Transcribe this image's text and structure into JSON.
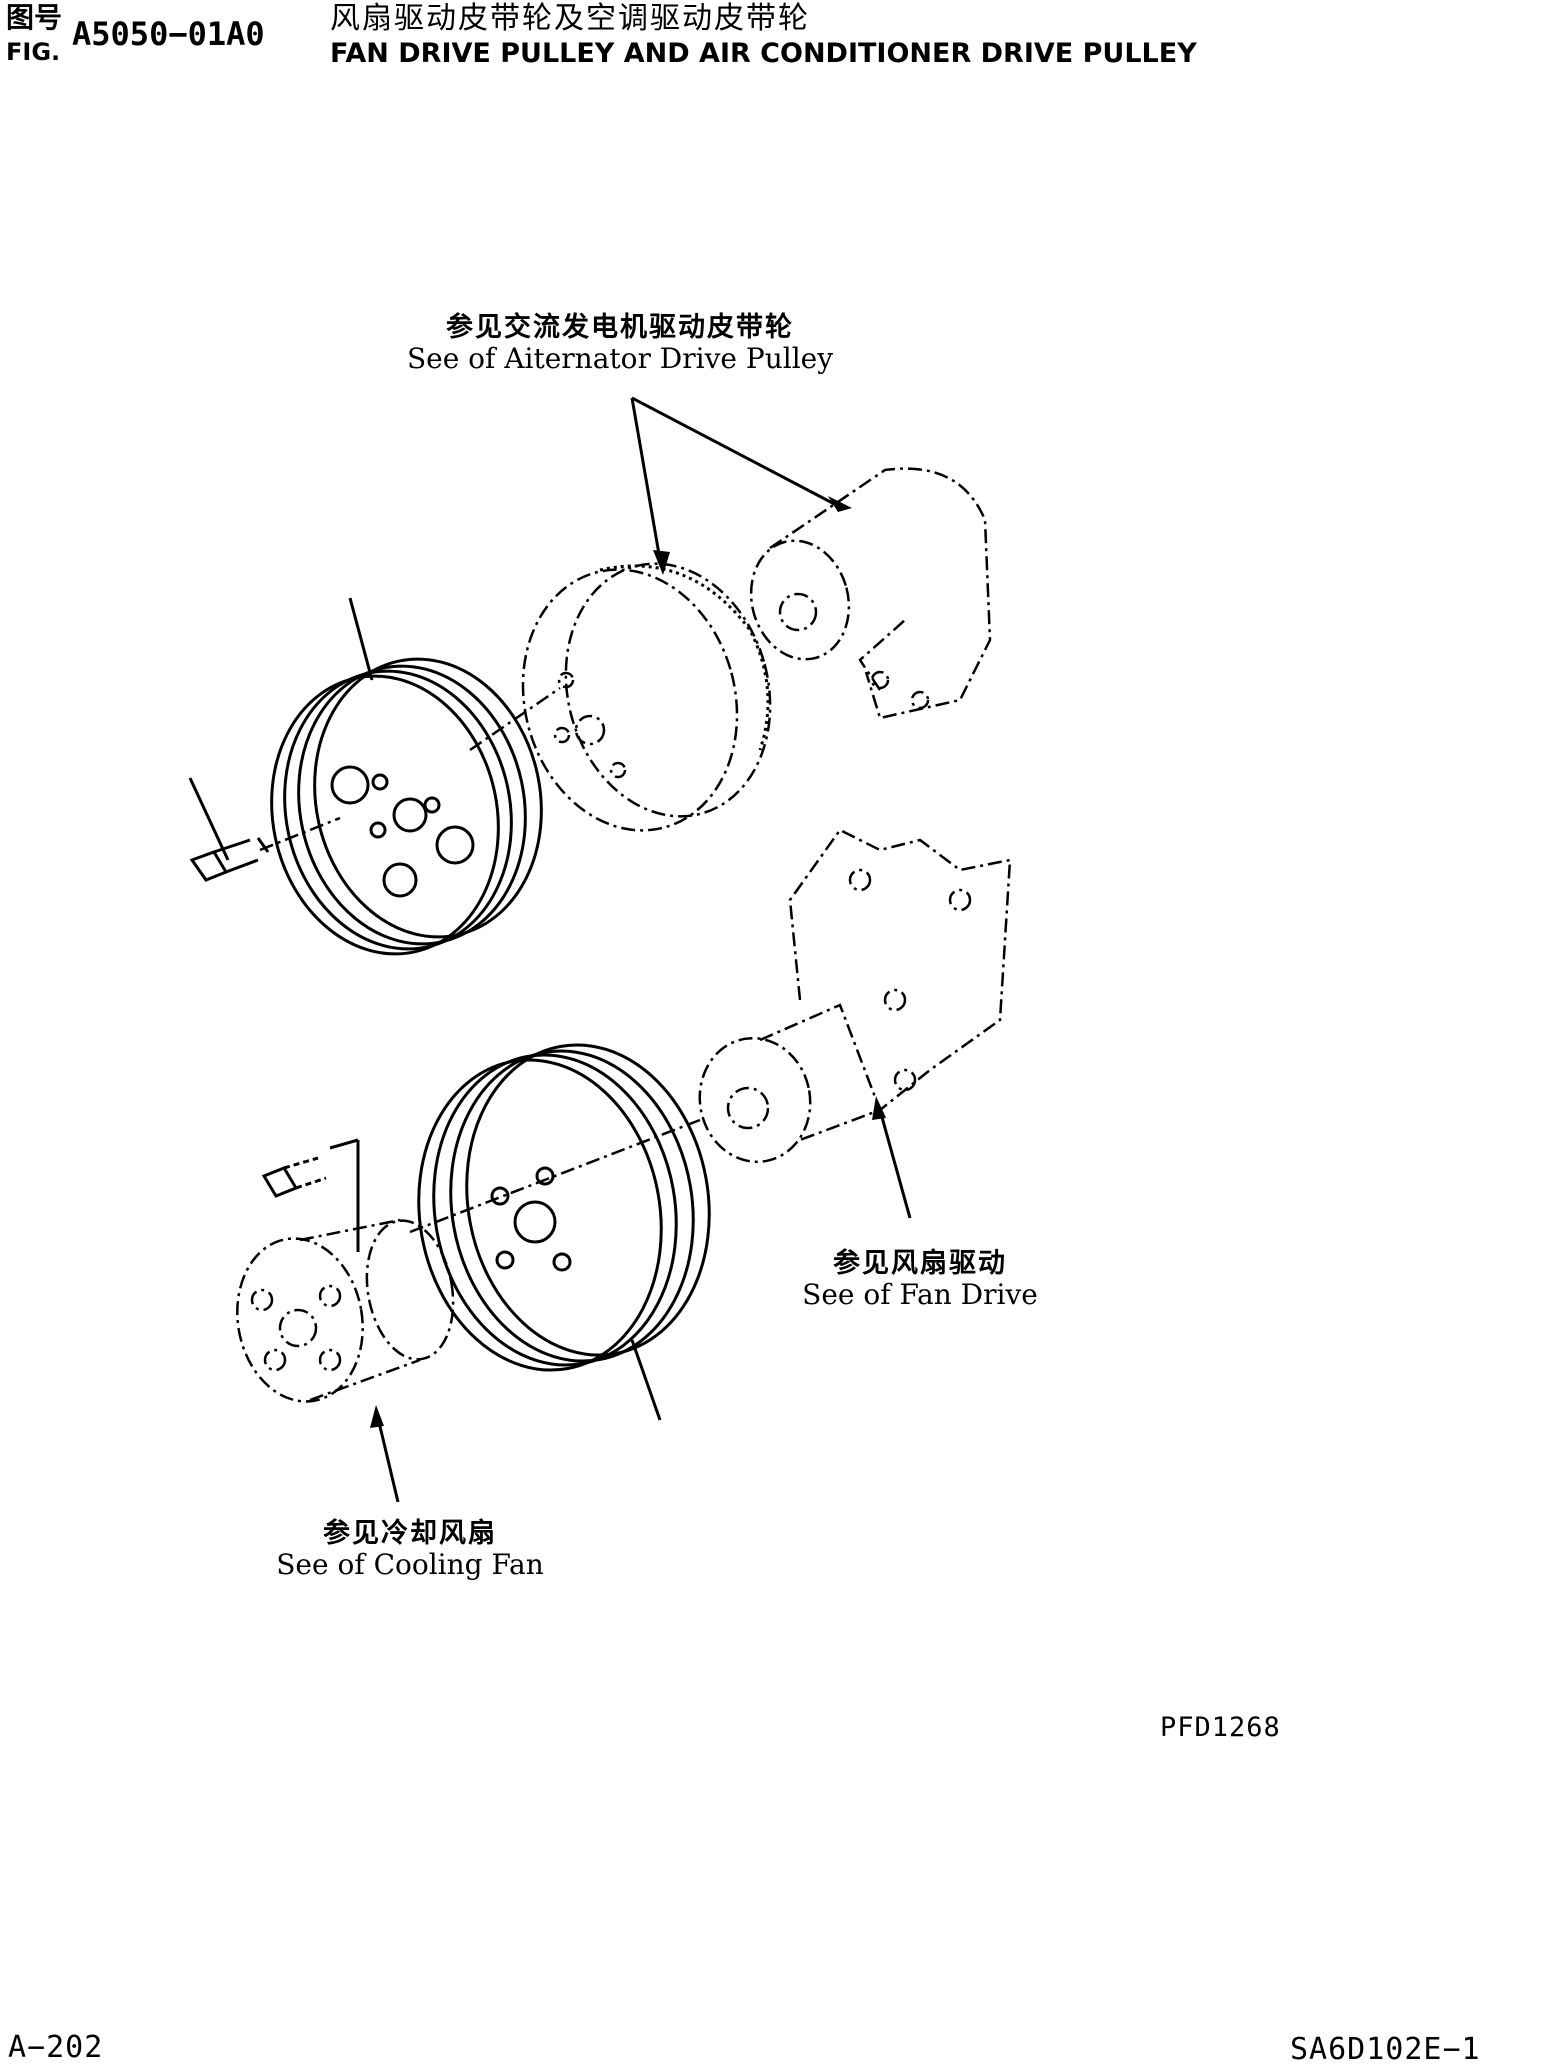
{
  "header": {
    "fig_label_zh": "图号",
    "fig_label_en": "FIG.",
    "fig_number": "A5050−01A0",
    "title_zh": "风扇驱动皮带轮及空调驱动皮带轮",
    "title_en": "FAN DRIVE PULLEY AND AIR CONDITIONER DRIVE PULLEY"
  },
  "callouts": {
    "alternator": {
      "zh": "参见交流发电机驱动皮带轮",
      "en": "See of Aiternator Drive Pulley"
    },
    "fan_drive": {
      "zh": "参见风扇驱动",
      "en": "See of Fan Drive"
    },
    "cooling_fan": {
      "zh": "参见冷却风扇",
      "en": "See of Cooling Fan"
    }
  },
  "drawing_number": "PFD1268",
  "footer": {
    "page": "A−202",
    "model": "SA6D102E−1"
  }
}
